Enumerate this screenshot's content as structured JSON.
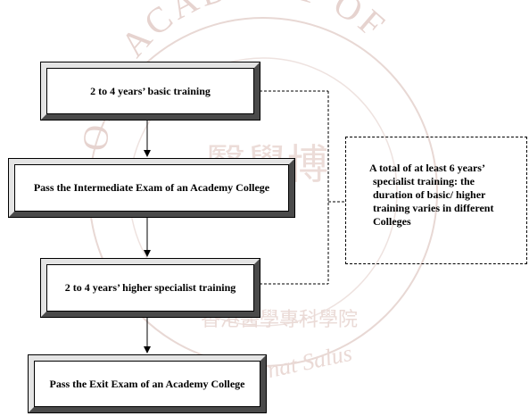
{
  "steps": [
    {
      "label": "2 to 4 years’ basic training"
    },
    {
      "label": "Pass the Intermediate Exam of an Academy College"
    },
    {
      "label": "2 to 4 years’ higher specialist training"
    },
    {
      "label": "Pass the Exit Exam of an Academy College"
    }
  ],
  "note": {
    "lines": [
      "A total of at least 6 years’",
      "specialist training: the",
      "duration of basic/ higher",
      "training varies in different",
      "Colleges"
    ]
  },
  "watermark": {
    "top_text": "ONG ACADEMY OF",
    "bottom_text": "nat Salus",
    "center_text": "醫學博",
    "lower_text": "香港醫學專科學院",
    "color": "#c8a09a"
  },
  "colors": {
    "line": "#000000",
    "bevel_light": "#e4e4e4",
    "bevel_dark": "#4a4a4a"
  }
}
